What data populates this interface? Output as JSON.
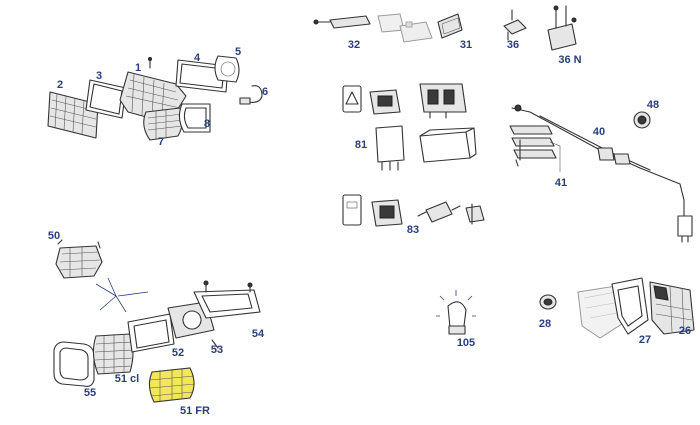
{
  "labels": {
    "p1": "1",
    "p2": "2",
    "p3": "3",
    "p4": "4",
    "p5": "5",
    "p6": "6",
    "p7": "7",
    "p8": "8",
    "p26": "26",
    "p27": "27",
    "p28": "28",
    "p31": "31",
    "p32": "32",
    "p36": "36",
    "p36n": "36 N",
    "p40": "40",
    "p41": "41",
    "p48": "48",
    "p50": "50",
    "p51cl": "51 cl",
    "p51fr": "51 FR",
    "p52": "52",
    "p53": "53",
    "p54": "54",
    "p55": "55",
    "p81": "81",
    "p83": "83",
    "p105": "105"
  },
  "colors": {
    "label": "#2b3f7a",
    "highlight": "#f2e65a",
    "line": "#333333"
  }
}
